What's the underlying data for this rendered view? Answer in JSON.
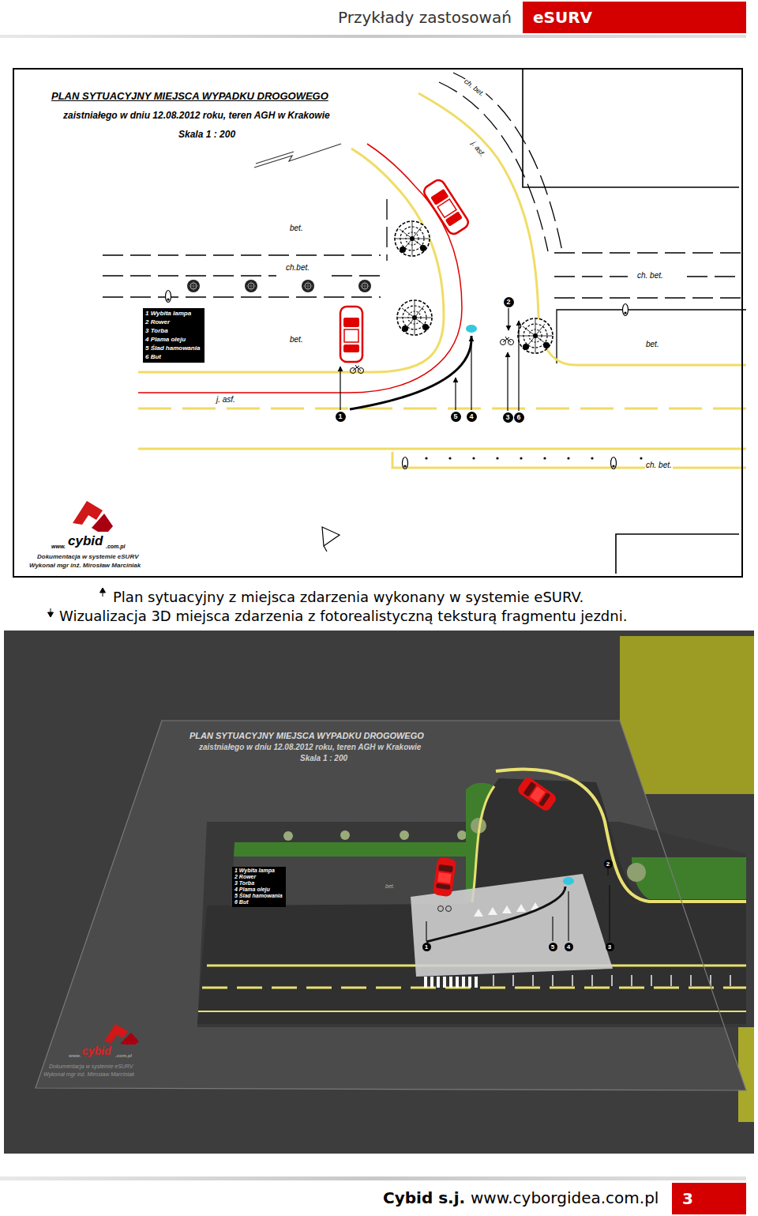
{
  "diagram": {
    "title": "Przykłady zastosowań",
    "caption": "Plan sytuacyjny z miejsca zdarzenia wykonany w systemie eSURV.",
    "nodes": [
      {
        "text": [
          "eSURV"
        ]
      },
      {
        "text": [
          "PLAN SYTUACYJNY MIEJSCA WYPADKU DROGOWEGO",
          "zaistniałego w dniu 12.08.2012 roku, teren AGH w Krakowie",
          "Skala 1 : 200"
        ]
      },
      {
        "text": [
          "1 Wybita lampa",
          "2 Rower",
          "3 Torba",
          "4 Plama oleju",
          "5 Ślad hamowania",
          "6 But"
        ],
        "in": 1
      },
      {
        "text": [
          "2"
        ],
        "in": 1
      },
      {
        "text": [
          "1"
        ],
        "in": 1
      },
      {
        "text": [
          "5"
        ],
        "in": 1
      },
      {
        "text": [
          "4"
        ],
        "in": 1
      },
      {
        "text": [
          "3"
        ],
        "in": 1
      },
      {
        "text": [
          "6"
        ],
        "in": 1
      },
      {
        "text": [
          "PLAN SYTUACYJNY MIEJSCA WYPADKU DROGOWEGO",
          "zaistniałego w dniu 12.08.2012 roku, teren AGH w Krakowie",
          "Skala 1 : 200"
        ]
      },
      {
        "text": [
          "1 Wybita lampa",
          "2 Rower",
          "3 Torba",
          "4 Plama oleju",
          "5 Ślad hamowania",
          "6 But"
        ],
        "in": 9
      },
      {
        "text": [
          "2"
        ],
        "in": 9
      },
      {
        "text": [
          "1"
        ],
        "in": 9
      },
      {
        "text": [
          "5"
        ],
        "in": 9
      },
      {
        "text": [
          "4"
        ],
        "in": 9
      },
      {
        "text": [
          "3"
        ],
        "in": 9
      },
      {
        "text": [
          "3"
        ]
      }
    ],
    "labels": [
      "Wizualizacja 3D miejsca zdarzenia z fotorealistyczną teksturą fragmentu jezdni.",
      "ch. bet.",
      "j. asf.",
      "bet.",
      "ch.bet.",
      "ch. bet.",
      "bet.",
      "bet.",
      "j. asf.",
      "ch. bet.",
      "www.",
      "cybid",
      ".com.pl",
      "Dokumentacja w systemie eSURV",
      "Wykonał mgr inż. Mirosław Marciniak",
      "www.",
      "cybid",
      ".com.pl",
      "Dokumentacja w systemie eSURV",
      "Wykonał mgr inż. Mirosław Marciniak",
      "Cybid s.j.",
      "www.cyborgidea.com.pl",
      "bet."
    ]
  }
}
